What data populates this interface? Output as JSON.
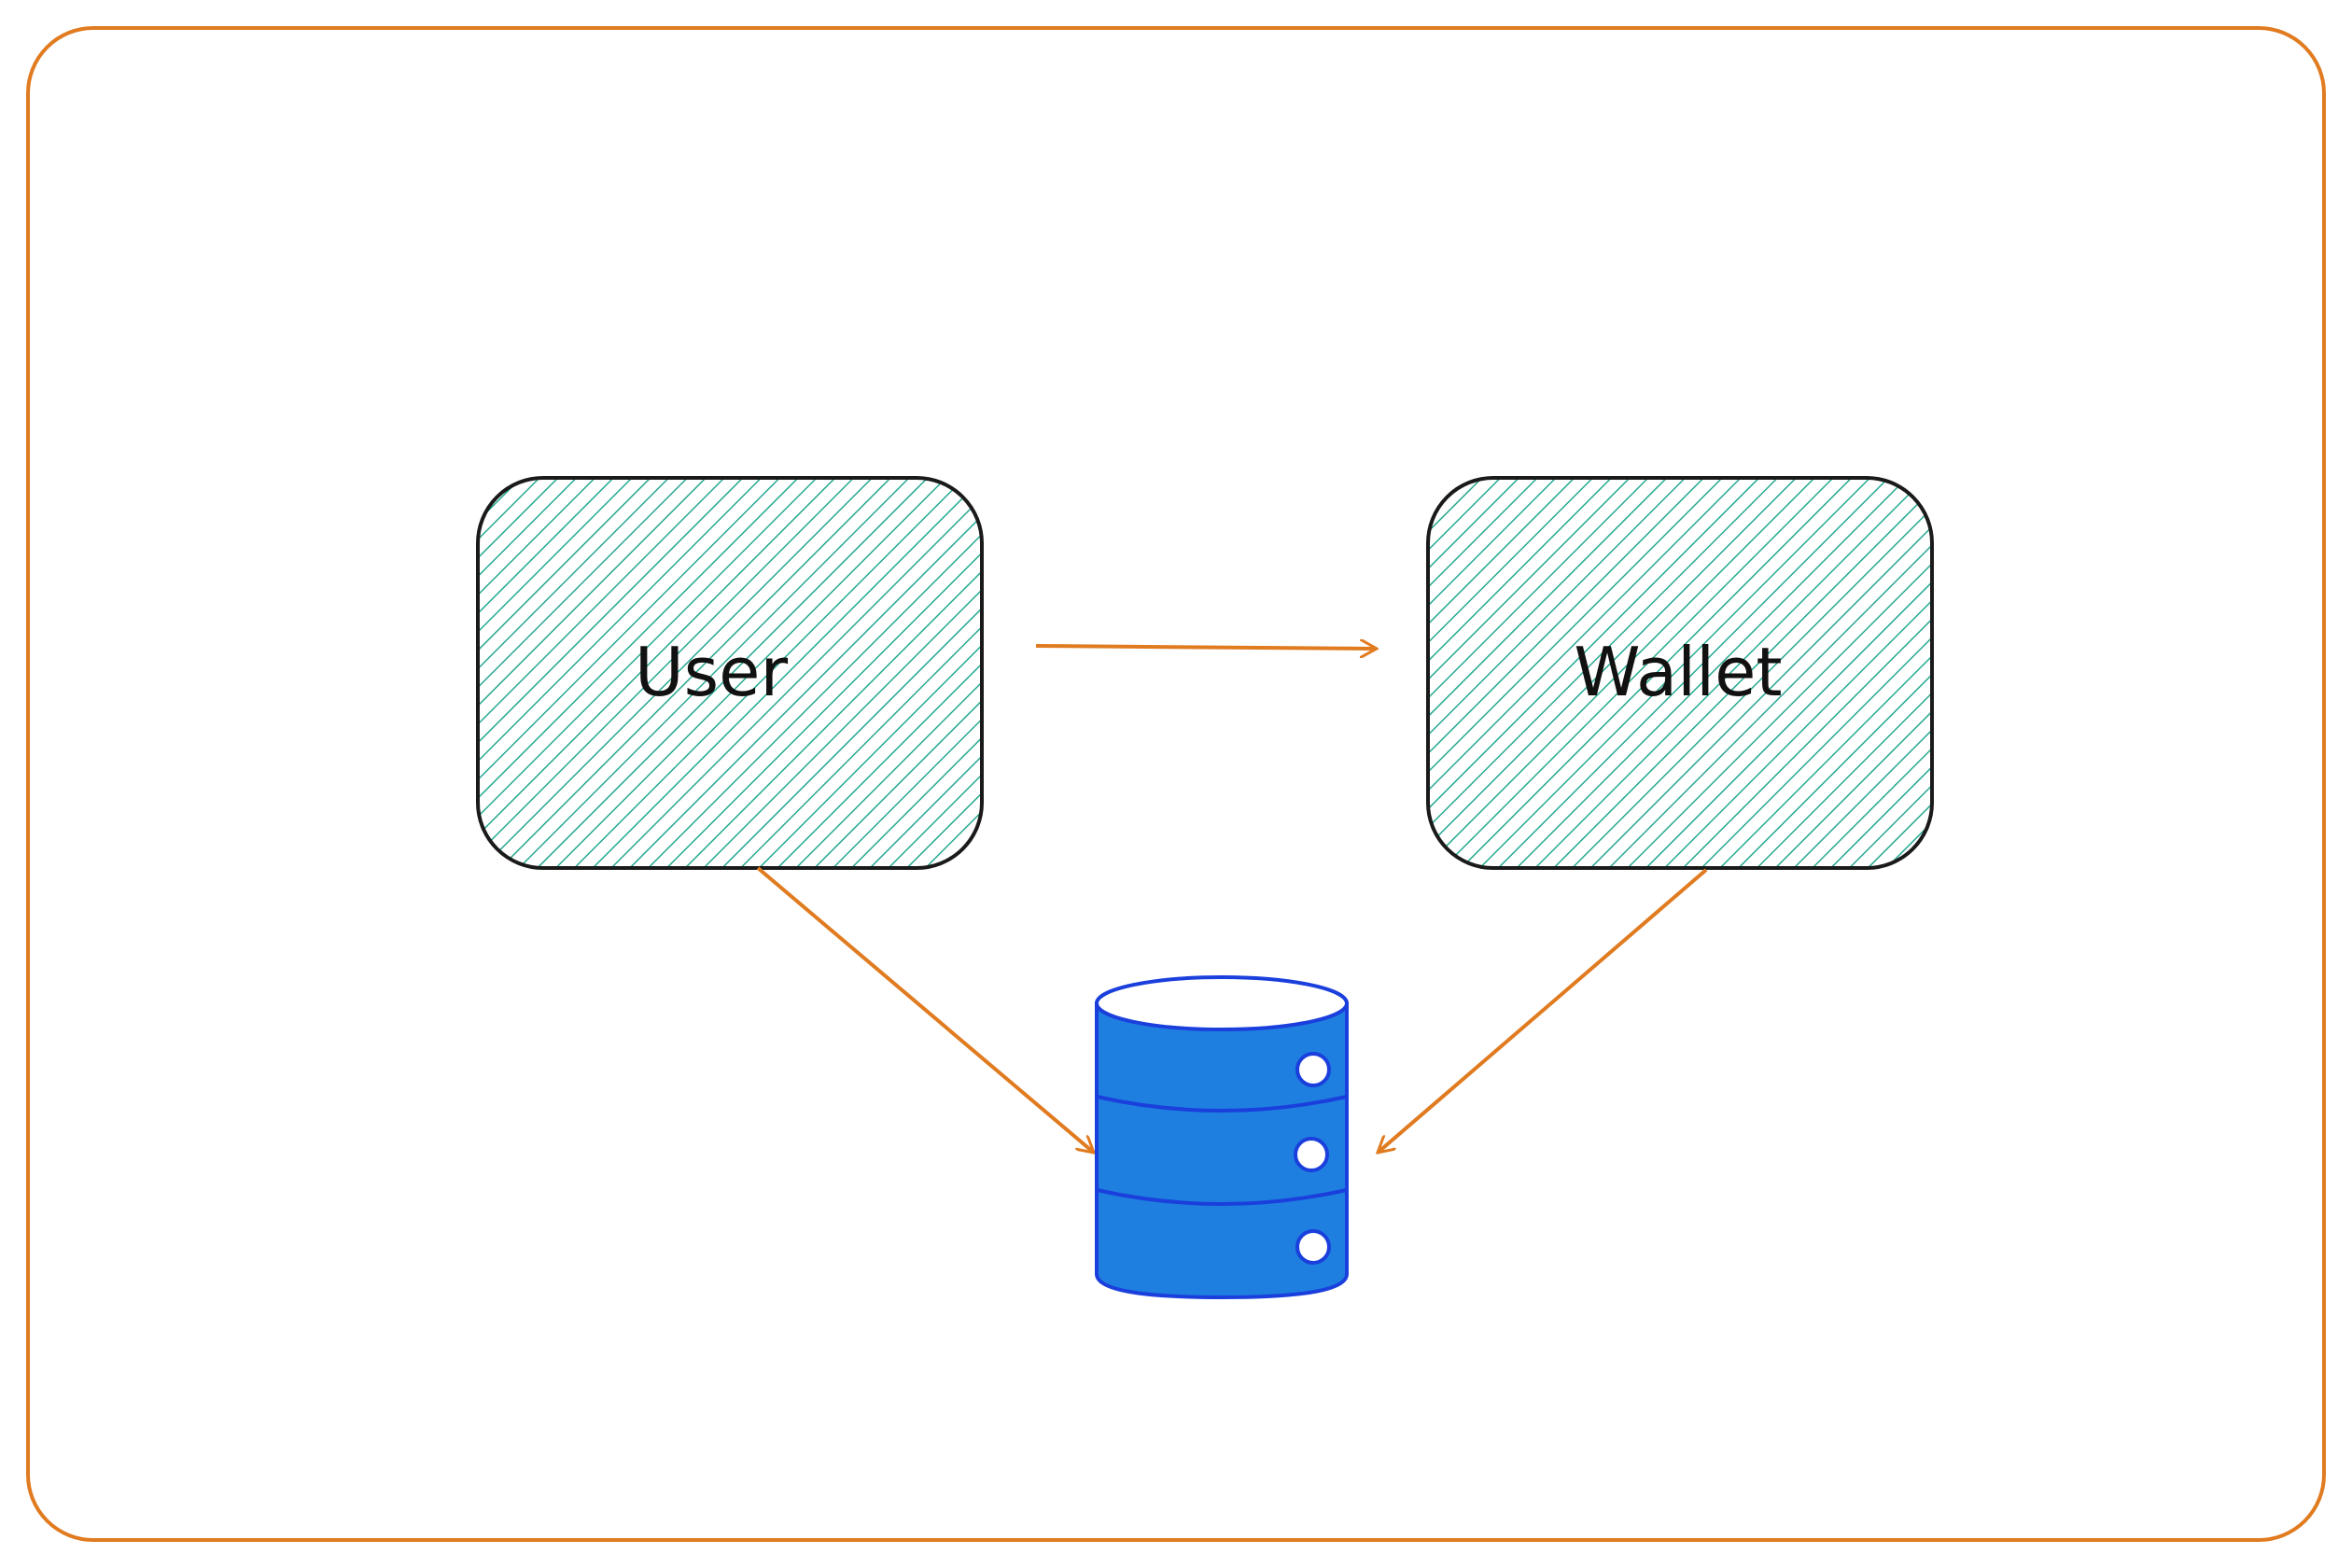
{
  "diagram": {
    "nodes": {
      "user": {
        "label": "User"
      },
      "wallet": {
        "label": "Wallet"
      },
      "database": {
        "icon": "database-icon"
      }
    },
    "edges": [
      {
        "from": "user",
        "to": "wallet"
      },
      {
        "from": "user",
        "to": "database"
      },
      {
        "from": "wallet",
        "to": "database"
      }
    ]
  },
  "colors": {
    "frame": "#e07b20",
    "arrow": "#e07b20",
    "box_fill_hatch": "#26a98f",
    "box_stroke": "#1a1a1a",
    "database_fill": "#1e7fe0",
    "database_stroke": "#1a3fdc",
    "database_cap": "#ffffff",
    "label_text": "#111111"
  }
}
